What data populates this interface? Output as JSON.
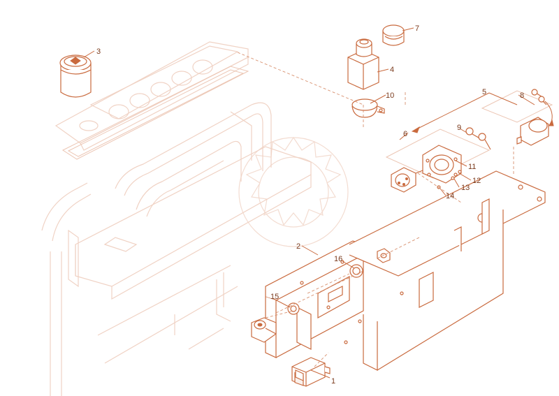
{
  "colors": {
    "line": "#c96a3e",
    "frame": "#f0d2c4",
    "text": "#7a3a1c"
  },
  "callouts": {
    "c1": "1",
    "c2": "2",
    "c3": "3",
    "c4": "4",
    "c5": "5",
    "c6": "6",
    "c7": "7",
    "c8": "8",
    "c9": "9",
    "c10": "10",
    "c11": "11",
    "c12": "12",
    "c13": "13",
    "c14": "14",
    "c15": "15",
    "c16": "16"
  },
  "parts": {
    "p1": "hour-meter-icon",
    "p2": "switch-mounting-bracket",
    "p3": "cup-holder-icon",
    "p4": "toggle-switch-icon",
    "p7": "switch-boot-icon",
    "p8": "ignition-key-icon",
    "p9": "key-icon",
    "p10": "mounting-clamp-icon",
    "p11": "switch-housing-icon",
    "p15": "power-socket-icon",
    "p16": "nut-icon"
  }
}
